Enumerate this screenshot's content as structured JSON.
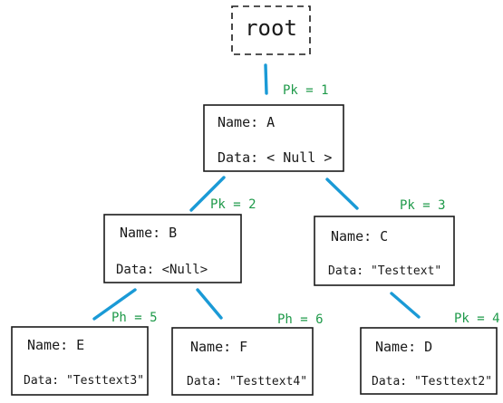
{
  "colors": {
    "edge": "#1a9ad6",
    "pk": "#1f9a4a",
    "ink": "#1a1a1a"
  },
  "root": {
    "label": "root"
  },
  "nodes": {
    "a": {
      "name": "Name:  A",
      "data": "Data: < Null >",
      "pk": "Pk = 1"
    },
    "b": {
      "name": "Name:  B",
      "data": "Data: <Null>",
      "pk": "Pk = 2"
    },
    "c": {
      "name": "Name:  C",
      "data": "Data: \"Testtext\"",
      "pk": "Pk = 3"
    },
    "e": {
      "name": "Name:  E",
      "data": "Data: \"Testtext3\"",
      "pk": "Ph = 5"
    },
    "f": {
      "name": "Name:  F",
      "data": "Data: \"Testtext4\"",
      "pk": "Ph = 6"
    },
    "d": {
      "name": "Name:  D",
      "data": "Data: \"Testtext2\"",
      "pk": "Pk = 4"
    }
  }
}
